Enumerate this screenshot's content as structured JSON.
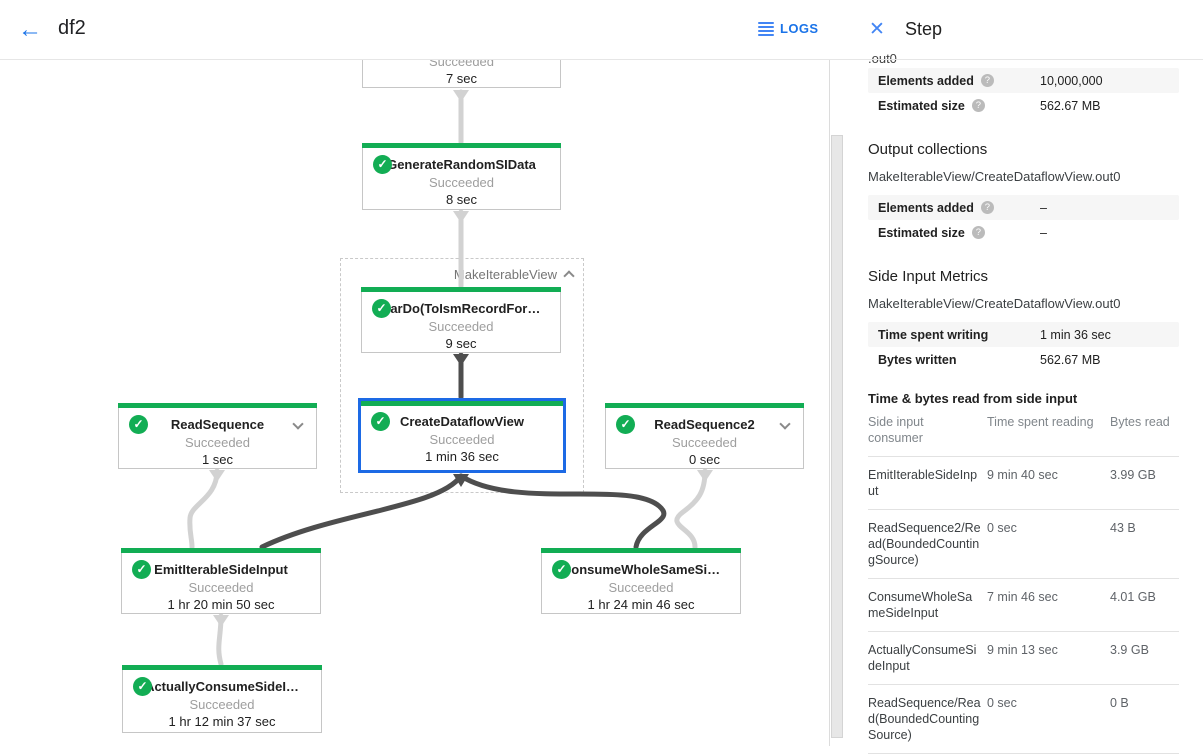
{
  "header": {
    "title": "df2",
    "logs_label": "LOGS"
  },
  "colors": {
    "success_green": "#12ad54",
    "selection_blue": "#1d6ae5",
    "accent_blue": "#1a73e8",
    "edge_gray": "#d2d2d2",
    "edge_dark": "#4e4e4e"
  },
  "graph": {
    "group_label": "MakeIterableView",
    "nodes": [
      {
        "status": "Succeeded",
        "time": "7 sec"
      },
      {
        "name": "GenerateRandomSIData",
        "status": "Succeeded",
        "time": "8 sec"
      },
      {
        "name": "ParDo(ToIsmRecordFor…",
        "status": "Succeeded",
        "time": "9 sec"
      },
      {
        "name": "ReadSequence",
        "status": "Succeeded",
        "time": "1 sec"
      },
      {
        "name": "CreateDataflowView",
        "status": "Succeeded",
        "time": "1 min 36 sec",
        "selected": true
      },
      {
        "name": "ReadSequence2",
        "status": "Succeeded",
        "time": "0 sec"
      },
      {
        "name": "EmitIterableSideInput",
        "status": "Succeeded",
        "time": "1 hr 20 min 50 sec"
      },
      {
        "name": "ConsumeWholeSameSi…",
        "status": "Succeeded",
        "time": "1 hr 24 min 46 sec"
      },
      {
        "name": "ActuallyConsumeSideI…",
        "status": "Succeeded",
        "time": "1 hr 12 min 37 sec"
      }
    ]
  },
  "panel": {
    "title": "Step",
    "clipped_line": ".out0",
    "top_rows": [
      {
        "label": "Elements added",
        "value": "10,000,000"
      },
      {
        "label": "Estimated size",
        "value": "562.67 MB"
      }
    ],
    "output_collections": {
      "heading": "Output collections",
      "path": "MakeIterableView/CreateDataflowView.out0",
      "rows": [
        {
          "label": "Elements added",
          "value": "–"
        },
        {
          "label": "Estimated size",
          "value": "–"
        }
      ]
    },
    "side_input_metrics": {
      "heading": "Side Input Metrics",
      "path": "MakeIterableView/CreateDataflowView.out0",
      "rows": [
        {
          "label": "Time spent writing",
          "value": "1 min 36 sec"
        },
        {
          "label": "Bytes written",
          "value": "562.67 MB"
        }
      ]
    },
    "side_input_table": {
      "heading": "Time & bytes read from side input",
      "columns": [
        "Side input consumer",
        "Time spent reading",
        "Bytes read"
      ],
      "rows": [
        [
          "EmitIterableSideInput",
          "9 min 40 sec",
          "3.99 GB"
        ],
        [
          "ReadSequence2/Read(BoundedCountingSource)",
          "0 sec",
          "43 B"
        ],
        [
          "ConsumeWholeSameSideInput",
          "7 min 46 sec",
          "4.01 GB"
        ],
        [
          "ActuallyConsumeSideInput",
          "9 min 13 sec",
          "3.9 GB"
        ],
        [
          "ReadSequence/Read(BoundedCountingSource)",
          "0 sec",
          "0 B"
        ]
      ]
    }
  }
}
